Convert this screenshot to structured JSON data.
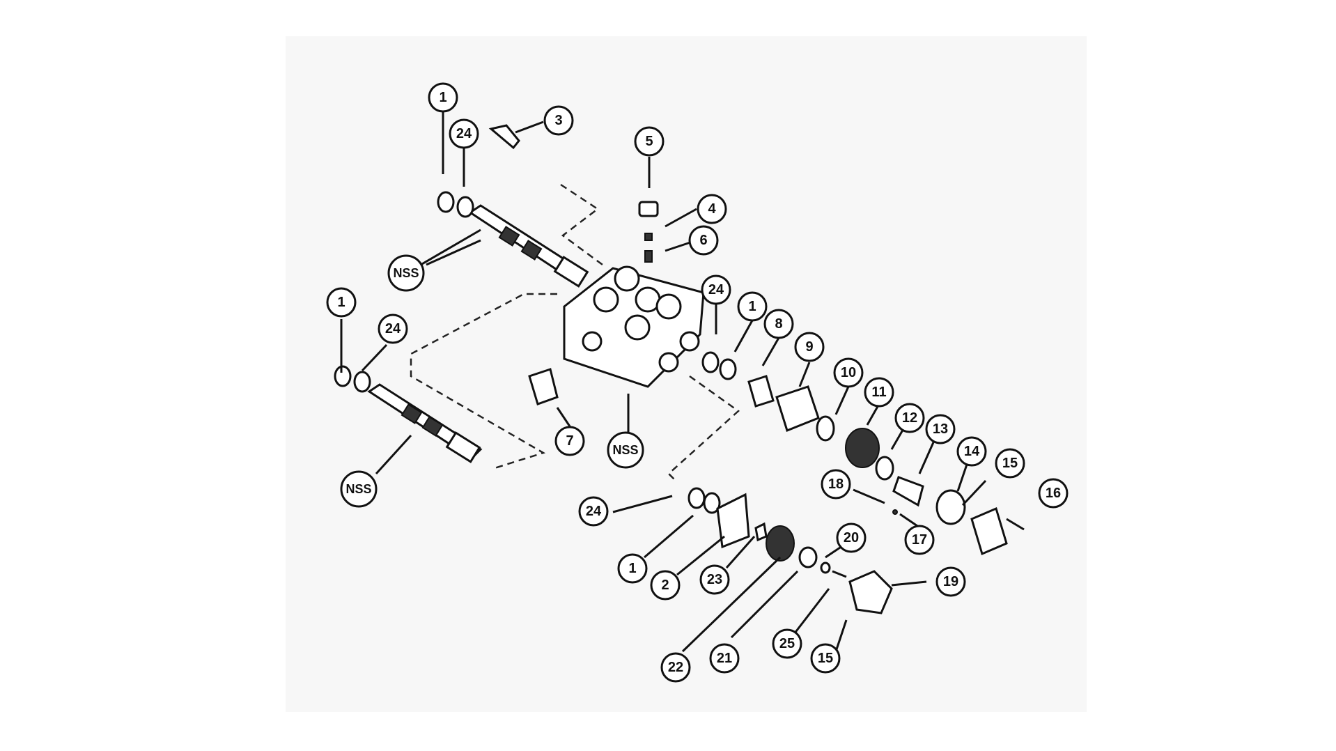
{
  "diagram": {
    "callouts": [
      {
        "id": "c1a",
        "label": "1"
      },
      {
        "id": "c24a",
        "label": "24"
      },
      {
        "id": "c3",
        "label": "3"
      },
      {
        "id": "c5",
        "label": "5"
      },
      {
        "id": "c4",
        "label": "4"
      },
      {
        "id": "c6",
        "label": "6"
      },
      {
        "id": "cnss1",
        "label": "NSS"
      },
      {
        "id": "c24b",
        "label": "24"
      },
      {
        "id": "c1b",
        "label": "1"
      },
      {
        "id": "c8",
        "label": "8"
      },
      {
        "id": "c9",
        "label": "9"
      },
      {
        "id": "c10",
        "label": "10"
      },
      {
        "id": "c11",
        "label": "11"
      },
      {
        "id": "c12",
        "label": "12"
      },
      {
        "id": "c13",
        "label": "13"
      },
      {
        "id": "c14",
        "label": "14"
      },
      {
        "id": "c15a",
        "label": "15"
      },
      {
        "id": "c16",
        "label": "16"
      },
      {
        "id": "c18",
        "label": "18"
      },
      {
        "id": "c17",
        "label": "17"
      },
      {
        "id": "c1c",
        "label": "1"
      },
      {
        "id": "c24c",
        "label": "24"
      },
      {
        "id": "c7",
        "label": "7"
      },
      {
        "id": "cnss2",
        "label": "NSS"
      },
      {
        "id": "cnss3",
        "label": "NSS"
      },
      {
        "id": "c24d",
        "label": "24"
      },
      {
        "id": "c1d",
        "label": "1"
      },
      {
        "id": "c2",
        "label": "2"
      },
      {
        "id": "c23",
        "label": "23"
      },
      {
        "id": "c20",
        "label": "20"
      },
      {
        "id": "c19",
        "label": "19"
      },
      {
        "id": "c22",
        "label": "22"
      },
      {
        "id": "c21",
        "label": "21"
      },
      {
        "id": "c25",
        "label": "25"
      },
      {
        "id": "c15b",
        "label": "15"
      }
    ]
  }
}
